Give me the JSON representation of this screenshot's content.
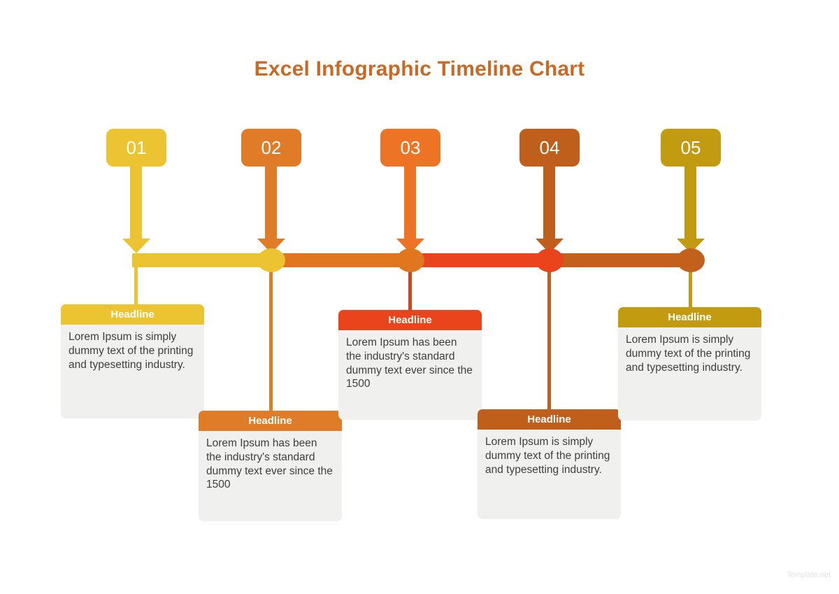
{
  "title": {
    "text": "Excel Infographic Timeline Chart",
    "color": "#C96A24"
  },
  "watermark": {
    "text": "Template.net",
    "color": "#E3E3E3"
  },
  "colors": {
    "background": "#FFFFFF",
    "yellow": "#ECC330",
    "orange": "#E07B27",
    "bright_orange": "#ED7424",
    "red": "#E9441B",
    "rust": "#C05E1C",
    "gold": "#C39B10",
    "card_body_bg": "#F0F0EF",
    "card_text": "#3E3E3E"
  },
  "timeline": {
    "segments": [
      {
        "color": "#ECC330"
      },
      {
        "color": "#E0771F"
      },
      {
        "color": "#E9441B"
      },
      {
        "color": "#C2601C"
      }
    ]
  },
  "milestones": [
    {
      "number": "01",
      "headline": "Headline",
      "body": "Lorem Ipsum is simply dummy text of the printing and typesetting industry.",
      "card_position": "above",
      "colors": {
        "box": "#ECC330",
        "arrow": "#ECC330",
        "connector": "#ECC330",
        "header": "#ECC330"
      }
    },
    {
      "number": "02",
      "headline": "Headline",
      "body": "Lorem Ipsum has been the industry's standard dummy text ever since the 1500",
      "card_position": "below",
      "colors": {
        "box": "#E07B27",
        "arrow": "#E07B27",
        "node": "#ECC330",
        "connector": "#E07B27",
        "header": "#E07B27"
      }
    },
    {
      "number": "03",
      "headline": "Headline",
      "body": "Lorem Ipsum has been the industry's standard dummy text ever since the 1500",
      "card_position": "above",
      "colors": {
        "box": "#ED7424",
        "arrow": "#ED7424",
        "node": "#E0771F",
        "connector": "#C8491C",
        "header": "#E9441B"
      }
    },
    {
      "number": "04",
      "headline": "Headline",
      "body": "Lorem Ipsum is simply dummy text of the printing and typesetting industry.",
      "card_position": "below",
      "colors": {
        "box": "#C05E1C",
        "arrow": "#C05E1C",
        "node": "#E9441B",
        "connector": "#C2601C",
        "header": "#C05E1C"
      }
    },
    {
      "number": "05",
      "headline": "Headline",
      "body": "Lorem Ipsum is simply dummy text of the printing and typesetting industry.",
      "card_position": "above",
      "colors": {
        "box": "#C39B10",
        "arrow": "#C39B10",
        "node": "#C2601C",
        "connector": "#C39B10",
        "header": "#C39B10"
      }
    }
  ]
}
